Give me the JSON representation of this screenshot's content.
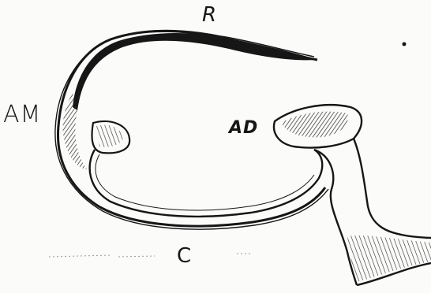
{
  "labels": {
    "r": "R",
    "am": "AM",
    "ad": "AD",
    "c": "C"
  },
  "colors": {
    "ink": "#161616",
    "paper": "#fbfbfa",
    "shading": "#2a2a2a"
  }
}
